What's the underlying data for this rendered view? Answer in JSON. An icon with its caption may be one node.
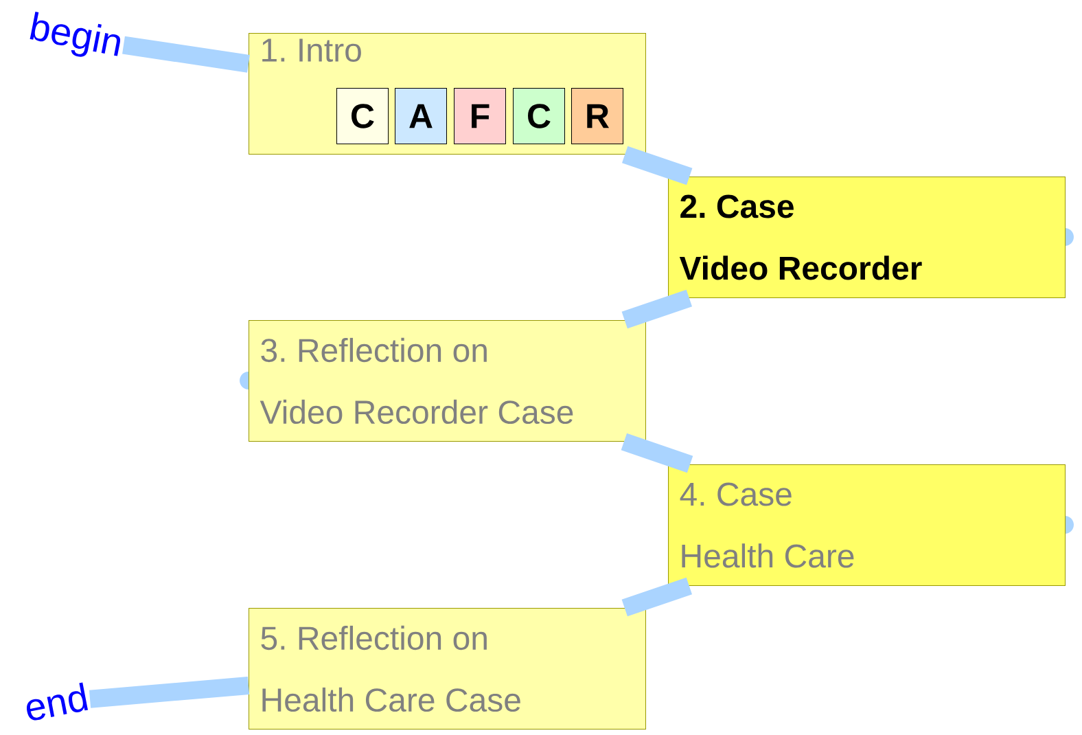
{
  "diagram": {
    "nodes": [
      {
        "text": [
          "begin"
        ]
      },
      {
        "text": [
          "1. Intro"
        ]
      },
      {
        "text": [
          "C"
        ],
        "in": 1
      },
      {
        "text": [
          "A"
        ],
        "in": 1
      },
      {
        "text": [
          "F"
        ],
        "in": 1
      },
      {
        "text": [
          "C"
        ],
        "in": 1
      },
      {
        "text": [
          "R"
        ],
        "in": 1
      },
      {
        "text": [
          "2. Case",
          "Video Recorder"
        ]
      },
      {
        "text": [
          "3. Reflection on",
          "Video Recorder Case"
        ]
      },
      {
        "text": [
          "4. Case",
          "Health Care"
        ]
      },
      {
        "text": [
          "5. Reflection on",
          "Health Care Case"
        ]
      },
      {
        "text": [
          "end"
        ]
      }
    ],
    "edges": [
      {
        "from": 0,
        "to": 1,
        "arrow": "none"
      },
      {
        "from": 1,
        "to": 7,
        "arrow": "none"
      },
      {
        "from": 7,
        "to": 8,
        "arrow": "none"
      },
      {
        "from": 8,
        "to": 9,
        "arrow": "none"
      },
      {
        "from": 9,
        "to": 10,
        "arrow": "none"
      },
      {
        "from": 10,
        "to": 11,
        "arrow": "none"
      }
    ]
  }
}
